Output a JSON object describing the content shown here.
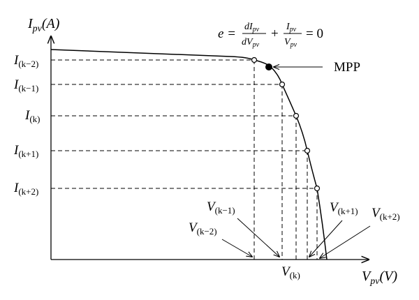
{
  "axes": {
    "y_label": {
      "main": "I",
      "sub": "pv",
      "unit": "(A)"
    },
    "x_label": {
      "main": "V",
      "sub": "pv",
      "unit": "(V)"
    }
  },
  "equation": {
    "lhs": "e =",
    "frac1_num": "dI",
    "frac1_num_sub": "pv",
    "frac1_den": "dV",
    "frac1_den_sub": "pv",
    "plus": "+",
    "frac2_num": "I",
    "frac2_num_sub": "pv",
    "frac2_den": "V",
    "frac2_den_sub": "pv",
    "rhs": "= 0"
  },
  "mpp_label": "MPP",
  "current_labels": [
    {
      "main": "I",
      "sub": "(k−2)"
    },
    {
      "main": "I",
      "sub": "(k−1)"
    },
    {
      "main": "I",
      "sub": "(k)"
    },
    {
      "main": "I",
      "sub": "(k+1)"
    },
    {
      "main": "I",
      "sub": "(k+2)"
    }
  ],
  "voltage_labels": [
    {
      "main": "V",
      "sub": "(k−2)"
    },
    {
      "main": "V",
      "sub": "(k−1)"
    },
    {
      "main": "V",
      "sub": "(k)"
    },
    {
      "main": "V",
      "sub": "(k+1)"
    },
    {
      "main": "V",
      "sub": "(k+2)"
    }
  ]
}
